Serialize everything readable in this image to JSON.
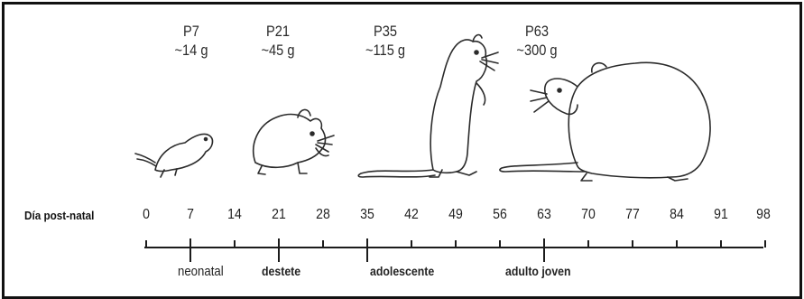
{
  "stages": [
    {
      "day_label": "P7",
      "weight": "~14 g"
    },
    {
      "day_label": "P21",
      "weight": "~45 g"
    },
    {
      "day_label": "P35",
      "weight": "~115 g"
    },
    {
      "day_label": "P63",
      "weight": "~300 g"
    }
  ],
  "axis": {
    "title": "Día post-natal",
    "ticks": [
      "0",
      "7",
      "14",
      "21",
      "28",
      "35",
      "42",
      "49",
      "56",
      "63",
      "70",
      "77",
      "84",
      "91",
      "98"
    ]
  },
  "periods": [
    {
      "label": "neonatal"
    },
    {
      "label": "destete"
    },
    {
      "label": "adolescente"
    },
    {
      "label": "adulto joven"
    }
  ]
}
